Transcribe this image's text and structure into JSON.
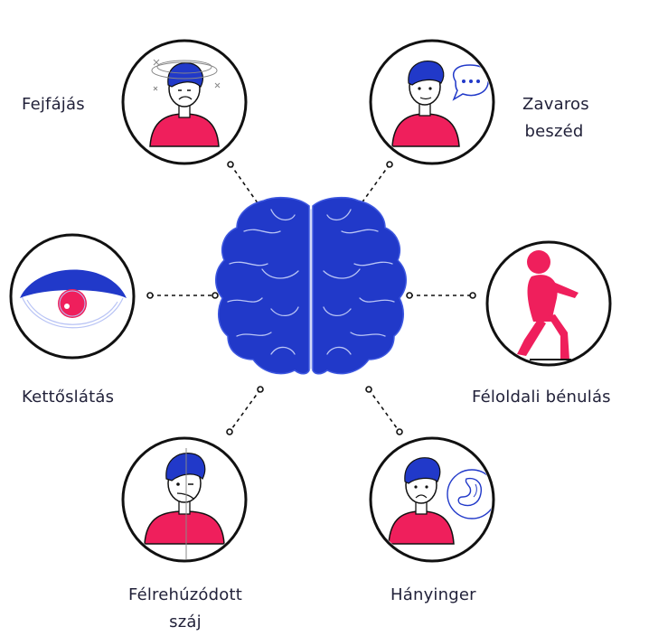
{
  "colors": {
    "blue": "#2139c9",
    "red": "#ef1f5c",
    "outline": "#111111",
    "brain_line": "#b9c4f5",
    "text": "#22223a"
  },
  "symptoms": {
    "headache": {
      "label": "Fejfájás",
      "icon": "dizzy-person-icon"
    },
    "speech": {
      "line1": "Zavaros",
      "line2": "beszéd",
      "icon": "speech-bubble-person-icon"
    },
    "vision": {
      "label": "Kettőslátás",
      "icon": "eye-icon"
    },
    "paralysis": {
      "label": "Féloldali bénulás",
      "icon": "limping-person-icon"
    },
    "mouth": {
      "line1": "Félrehúzódott",
      "line2": "száj",
      "icon": "drooping-face-person-icon"
    },
    "nausea": {
      "label": "Hányinger",
      "icon": "nauseous-person-icon"
    }
  },
  "center": {
    "icon": "brain-icon"
  }
}
